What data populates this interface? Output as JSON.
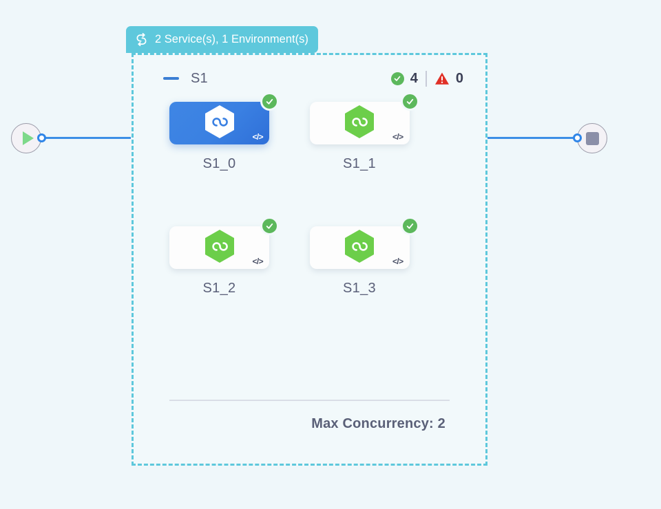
{
  "canvas": {
    "background_color": "#eff7fa"
  },
  "start_node": {
    "icon": "play-icon",
    "handle": "output-handle"
  },
  "end_node": {
    "icon": "stop-icon",
    "handle": "input-handle"
  },
  "group": {
    "header": {
      "icon": "loop-icon",
      "title": "2 Service(s), 1 Environment(s)",
      "background_color": "#5ec8dc"
    },
    "collapse_toggle": {
      "state": "expanded",
      "glyph": "minus-icon"
    },
    "name": "S1",
    "status": {
      "success_icon": "check-circle-icon",
      "success_count": "4",
      "warning_icon": "warning-triangle-icon",
      "warning_count": "0"
    },
    "border_color": "#5ec8dc",
    "nodes": [
      {
        "label": "S1_0",
        "selected": true,
        "icon": "hexagon-loop-icon",
        "icon_color": "#ffffff",
        "card_color": "#3a80e2",
        "badge": "check-circle-icon",
        "code_glyph": "</>"
      },
      {
        "label": "S1_1",
        "selected": false,
        "icon": "hexagon-loop-icon",
        "icon_color": "#6cce4a",
        "card_color": "#fdfdfd",
        "badge": "check-circle-icon",
        "code_glyph": "</>"
      },
      {
        "label": "S1_2",
        "selected": false,
        "icon": "hexagon-loop-icon",
        "icon_color": "#6cce4a",
        "card_color": "#fdfdfd",
        "badge": "check-circle-icon",
        "code_glyph": "</>"
      },
      {
        "label": "S1_3",
        "selected": false,
        "icon": "hexagon-loop-icon",
        "icon_color": "#6cce4a",
        "card_color": "#fdfdfd",
        "badge": "check-circle-icon",
        "code_glyph": "</>"
      }
    ],
    "footer": {
      "max_concurrency_label": "Max Concurrency: 2"
    }
  }
}
